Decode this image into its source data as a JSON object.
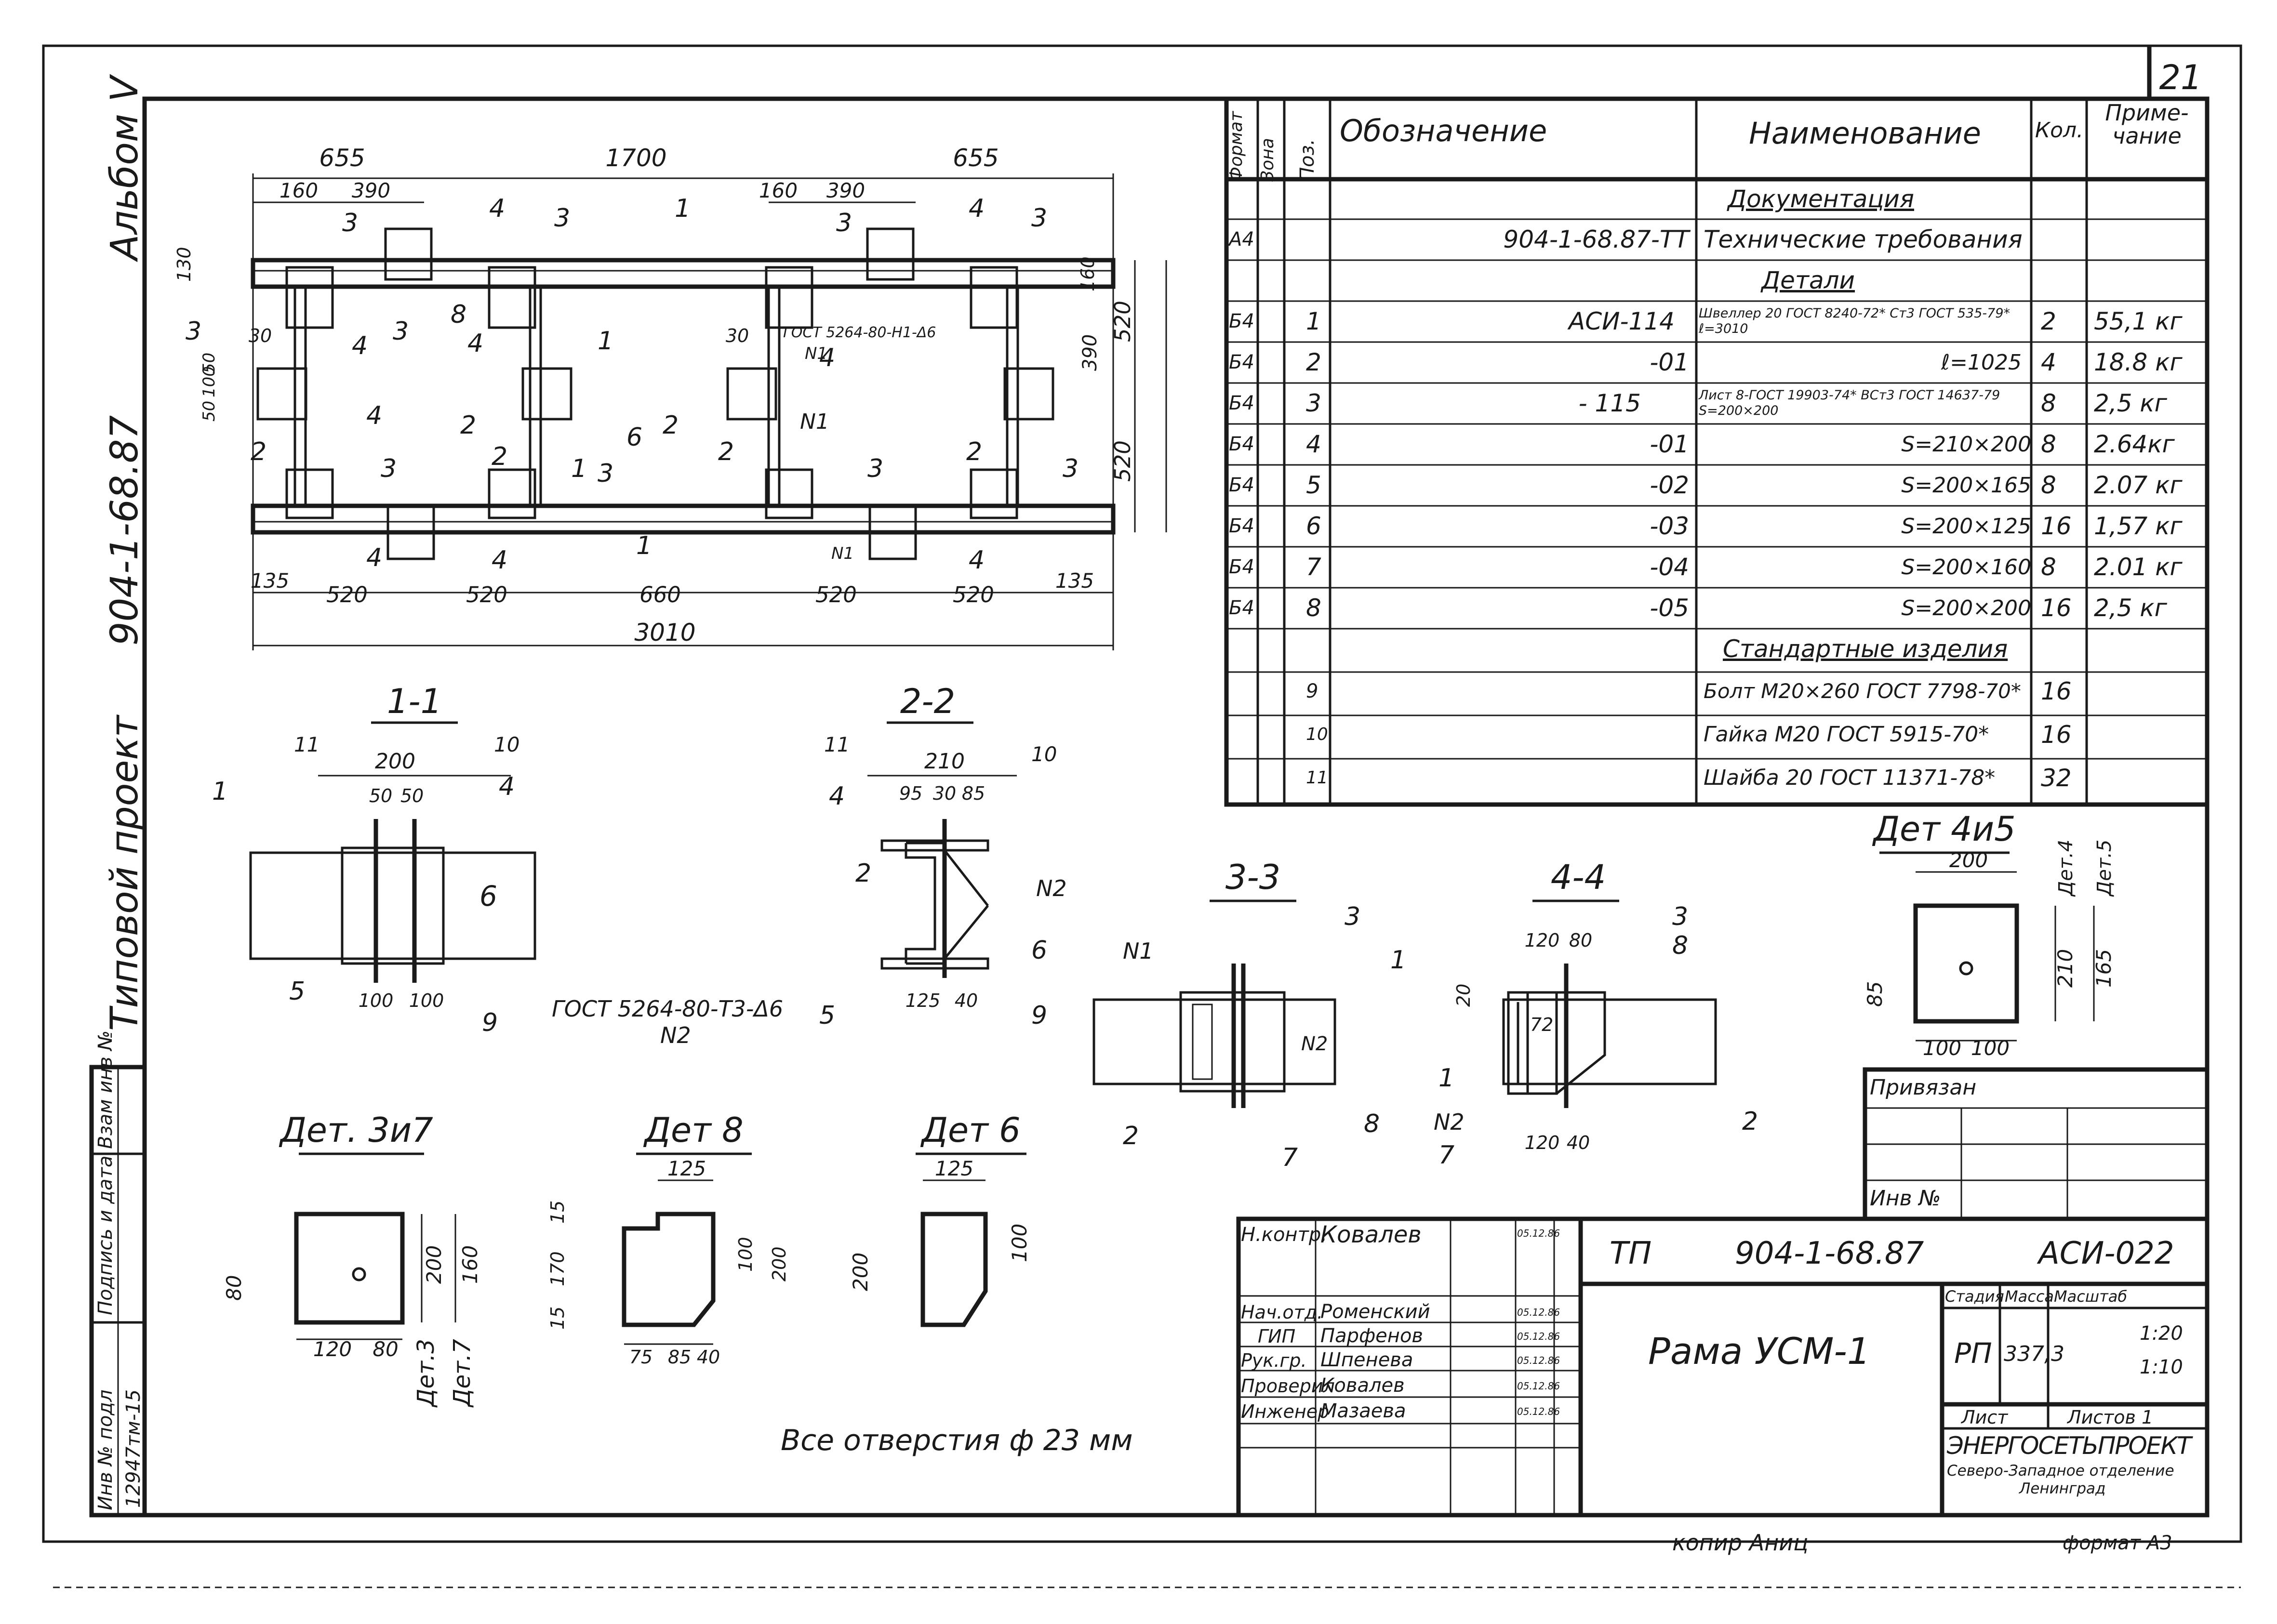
{
  "sheet": {
    "sheet_number": "21",
    "album_label": "Альбом V",
    "project_code": "904-1-68.87",
    "standard_project": "Типовой проект",
    "copied_by": "копир Аниц",
    "format_note": "формат А3",
    "holes_note": "Все отверстия  ф 23 мм"
  },
  "plan": {
    "dims_top": [
      "655",
      "1700",
      "655",
      "160",
      "390",
      "160",
      "390"
    ],
    "dims_bottom": [
      "135",
      "520",
      "520",
      "660",
      "520",
      "520",
      "135"
    ],
    "overall": "3010",
    "dims_right": [
      "130",
      "160",
      "520",
      "390",
      "520"
    ],
    "dims_left": [
      "30",
      "50",
      "100",
      "50",
      "30"
    ],
    "weld_note": "ГОСТ 5264-80-Н1-Δ6",
    "weld_n": "N1",
    "positions": [
      "1",
      "1",
      "3",
      "3",
      "3",
      "3",
      "3",
      "3",
      "3",
      "3",
      "4",
      "4",
      "4",
      "4",
      "4",
      "4",
      "4",
      "2",
      "2",
      "2",
      "2",
      "6",
      "8",
      "N1",
      "N1"
    ],
    "section_marks": [
      "3",
      "3",
      "1",
      "1",
      "2",
      "2",
      "4",
      "4"
    ]
  },
  "sections": {
    "s11": {
      "title": "1-1",
      "dims": [
        "200",
        "50",
        "50",
        "100",
        "100"
      ],
      "labels": [
        "1",
        "11",
        "10",
        "4",
        "6",
        "5",
        "9"
      ],
      "weld": "ГОСТ 5264-80-Т3-Δ6",
      "weld_n": "N2"
    },
    "s22": {
      "title": "2-2",
      "dims": [
        "210",
        "95",
        "30",
        "85",
        "125",
        "40"
      ],
      "labels": [
        "11",
        "10",
        "4",
        "2",
        "N2",
        "6",
        "5",
        "9"
      ]
    },
    "s33": {
      "title": "3-3",
      "labels": [
        "N1",
        "3",
        "1",
        "N2",
        "2",
        "8",
        "7"
      ]
    },
    "s44": {
      "title": "4-4",
      "dims": [
        "120",
        "80",
        "20",
        "72",
        "120",
        "40"
      ],
      "labels": [
        "3",
        "8",
        "1",
        "N2",
        "7",
        "2"
      ]
    }
  },
  "details": {
    "d37": {
      "title": "Дет. 3и7",
      "dims": [
        "120",
        "80",
        "80",
        "200",
        "160"
      ],
      "tag3": "Дет.3",
      "tag7": "Дет.7"
    },
    "d8": {
      "title": "Дет 8",
      "dims": [
        "125",
        "15",
        "170",
        "15",
        "75",
        "85",
        "40",
        "100",
        "200"
      ]
    },
    "d6": {
      "title": "Дет 6",
      "dims": [
        "125",
        "200",
        "100"
      ]
    },
    "d45": {
      "title": "Дет 4и5",
      "dims": [
        "200",
        "210",
        "165",
        "85",
        "100",
        "100"
      ],
      "tag4": "Дет.4",
      "tag5": "Дет.5"
    }
  },
  "spec": {
    "headers": {
      "format": "Формат",
      "zone": "Зона",
      "pos": "Поз.",
      "designation": "Обозначение",
      "name": "Наименование",
      "qty": "Кол.",
      "note": "Приме- чание"
    },
    "rows": [
      {
        "format": "",
        "pos": "",
        "designation": "",
        "name": "Документация",
        "qty": "",
        "note": "",
        "heading": true
      },
      {
        "format": "А4",
        "pos": "",
        "designation": "904-1-68.87-ТТ",
        "name": "Технические требования",
        "qty": "",
        "note": ""
      },
      {
        "format": "",
        "pos": "",
        "designation": "",
        "name": "Детали",
        "qty": "",
        "note": "",
        "heading": true
      },
      {
        "format": "Б4",
        "pos": "1",
        "designation": "АСИ-114",
        "name": "Швеллер 20 ГОСТ 8240-72* Ст3 ГОСТ 535-79* ℓ=3010",
        "qty": "2",
        "note": "55,1 кг"
      },
      {
        "format": "Б4",
        "pos": "2",
        "designation": "-01",
        "name": "ℓ=1025",
        "qty": "4",
        "note": "18.8 кг"
      },
      {
        "format": "Б4",
        "pos": "3",
        "designation": "- 115",
        "name": "Лист 8-ГОСТ 19903-74* ВСт3 ГОСТ 14637-79 S=200×200",
        "qty": "8",
        "note": "2,5 кг"
      },
      {
        "format": "Б4",
        "pos": "4",
        "designation": "-01",
        "name": "S=210×200",
        "qty": "8",
        "note": "2.64кг"
      },
      {
        "format": "Б4",
        "pos": "5",
        "designation": "-02",
        "name": "S=200×165",
        "qty": "8",
        "note": "2.07 кг"
      },
      {
        "format": "Б4",
        "pos": "6",
        "designation": "-03",
        "name": "S=200×125",
        "qty": "16",
        "note": "1,57 кг"
      },
      {
        "format": "Б4",
        "pos": "7",
        "designation": "-04",
        "name": "S=200×160",
        "qty": "8",
        "note": "2.01 кг"
      },
      {
        "format": "Б4",
        "pos": "8",
        "designation": "-05",
        "name": "S=200×200",
        "qty": "16",
        "note": "2,5 кг"
      },
      {
        "format": "",
        "pos": "",
        "designation": "",
        "name": "Стандартные изделия",
        "qty": "",
        "note": "",
        "heading": true
      },
      {
        "format": "",
        "pos": "9",
        "designation": "",
        "name": "Болт М20×260 ГОСТ 7798-70*",
        "qty": "16",
        "note": ""
      },
      {
        "format": "",
        "pos": "10",
        "designation": "",
        "name": "Гайка М20 ГОСТ 5915-70*",
        "qty": "16",
        "note": ""
      },
      {
        "format": "",
        "pos": "11",
        "designation": "",
        "name": "Шайба 20 ГОСТ 11371-78*",
        "qty": "32",
        "note": ""
      }
    ]
  },
  "tie": {
    "privyazan": "Привязан",
    "inv": "Инв №"
  },
  "stamp": {
    "left_labels": [
      "Инв № подл",
      "Подпись и дата",
      "Взам инв №"
    ],
    "inv_value": "12947тм-15",
    "people": [
      {
        "role": "Н.контр.",
        "name": "Ковалев",
        "date": "05.12.86"
      },
      {
        "role": "Нач.отд.",
        "name": "Роменский",
        "date": "05.12.86"
      },
      {
        "role": "ГИП",
        "name": "Парфенов",
        "date": "05.12.86"
      },
      {
        "role": "Рук.гр.",
        "name": "Шпенева",
        "date": "05.12.86"
      },
      {
        "role": "Проверил",
        "name": "Ковалев",
        "date": "05.12.86"
      },
      {
        "role": "Инженер",
        "name": "Мазаева",
        "date": "05.12.86"
      }
    ],
    "code_left": "ТП",
    "code_mid": "904-1-68.87",
    "code_right": "АСИ-022",
    "drawing_title": "Рама УСМ-1",
    "stage_label": "Стадия",
    "mass_label": "Масса",
    "scale_label": "Масштаб",
    "stage": "РП",
    "mass": "337,3",
    "scale1": "1:20",
    "scale2": "1:10",
    "sheet_label": "Лист",
    "sheets_label": "Листов 1",
    "org1": "ЭНЕРГОСЕТЬПРОЕКТ",
    "org2": "Северо-Западное отделение",
    "org3": "Ленинград"
  }
}
